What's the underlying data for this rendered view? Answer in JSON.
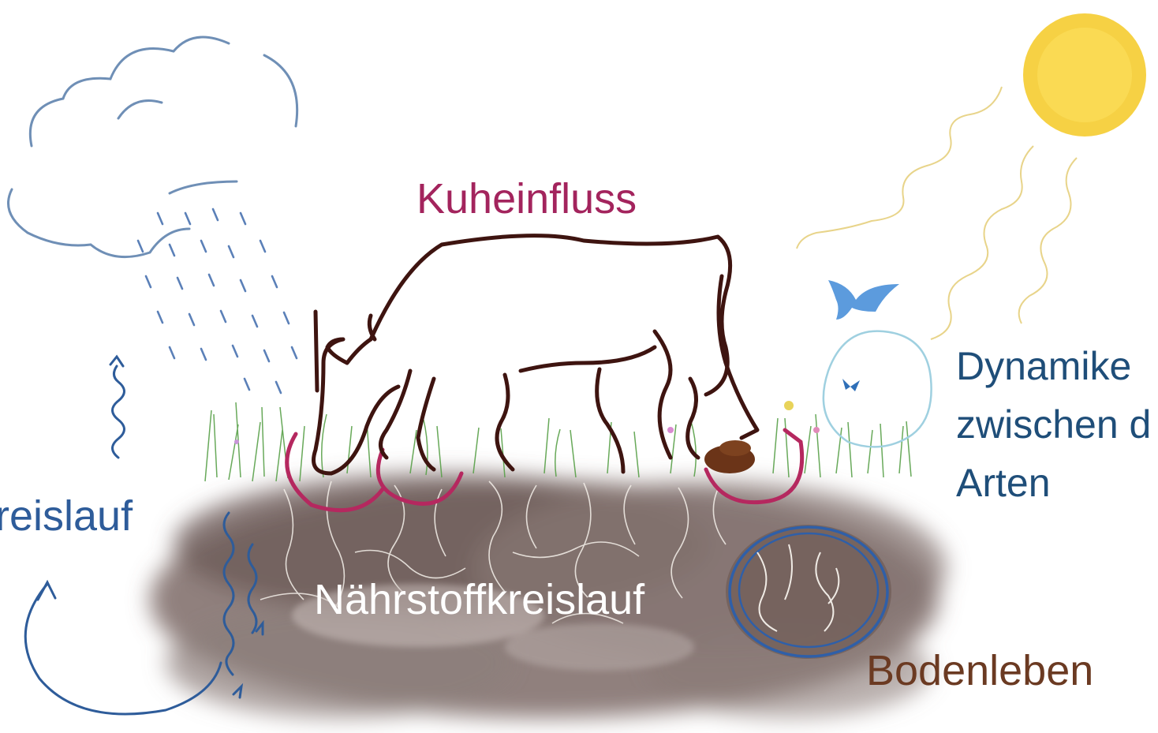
{
  "labels": {
    "cow_influence": "Kuheinfluss",
    "water_cycle": "reislauf",
    "dynamics": "Dynamike\nzwischen d\nArten",
    "nutrient_cycle": "Nährstoffkreislauf",
    "soil_life": "Bodenleben"
  },
  "colors": {
    "cow_influence": "#a3245d",
    "water_cycle": "#2e5c9a",
    "dynamics": "#1f4e79",
    "nutrient_cycle": "#ffffff",
    "soil_life": "#6b3a22",
    "soil": "#7d6a66",
    "grass": "#58a048",
    "cow_outline": "#3e1410",
    "rain": "#5b80b8",
    "cloud": "#6f8fb6",
    "sun": "#f6cf3a",
    "sun_ray": "#e8d48a",
    "hoof_marks": "#b5285f",
    "soil_life_ring": "#2f5fa8",
    "habitat_bubble": "#9fd0e0",
    "bird": "#4a90d9",
    "dung": "#6b3418",
    "roots": "#f5f0ea"
  },
  "icons": {
    "cloud": "rain-cloud-icon",
    "sun": "sun-icon",
    "cow": "grazing-cow-icon",
    "bird": "bird-icon",
    "butterfly": "butterfly-icon"
  }
}
